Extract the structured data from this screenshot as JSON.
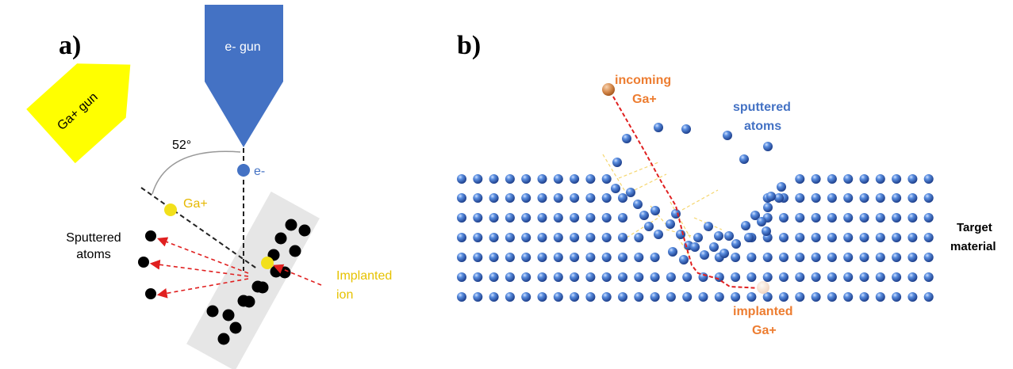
{
  "panel_a": {
    "letter": "a)",
    "e_gun_label": "e- gun",
    "ga_gun_label": "Ga+ gun",
    "angle_label": "52°",
    "electron_label": "e-",
    "ion_label": "Ga+",
    "sputtered_label_line1": "Sputtered",
    "sputtered_label_line2": "atoms",
    "implanted_label_line1": "Implanted",
    "implanted_label_line2": "ion"
  },
  "panel_b": {
    "letter": "b)",
    "incoming_line1": "incoming",
    "incoming_line2": "Ga+",
    "sputtered_line1": "sputtered",
    "sputtered_line2": "atoms",
    "implanted_line1": "implanted",
    "implanted_line2": "Ga+",
    "target_line1": "Target",
    "target_line2": "material"
  },
  "colors": {
    "e_gun": "#4472c4",
    "ga_gun": "#ffff00",
    "ion_yellow": "#f2d21b",
    "orange_text": "#ed7d31",
    "blue_text": "#4472c4",
    "trajectory_red": "#e02020",
    "atom_blue": "#2f5fb3",
    "sample_gray": "#e6e6e6"
  }
}
